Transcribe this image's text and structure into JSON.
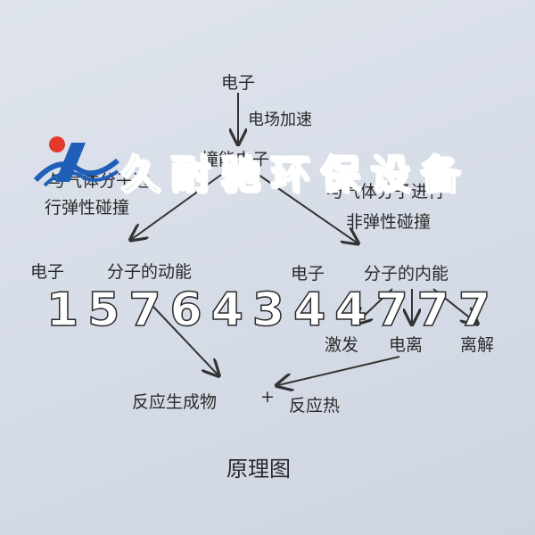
{
  "diagram": {
    "nodes": {
      "electron_top": "电子",
      "field_accel": "电场加速",
      "impact": "撞能电子",
      "left_collision_line1": "与气体分子进",
      "left_collision_line2": "行弹性碰撞",
      "right_collision_line1": "与气体分子进行",
      "right_collision_line2": "非弹性碰撞",
      "left_electron": "电子",
      "kinetic": "分子的动能",
      "right_electron": "电子",
      "internal": "分子的内能",
      "excite": "激发",
      "ionize": "电离",
      "dissociate": "离解",
      "products": "反应生成物",
      "plus": "+",
      "heat": "反应热",
      "caption": "原理图"
    }
  },
  "watermark": {
    "company": "久耐驰环保设备",
    "phone": "15764344777",
    "color": "#3aa83a"
  },
  "colors": {
    "text": "#2a2a2a",
    "arrow": "#333333",
    "logo_red": "#e23a2a",
    "logo_blue": "#1f5fb8"
  }
}
